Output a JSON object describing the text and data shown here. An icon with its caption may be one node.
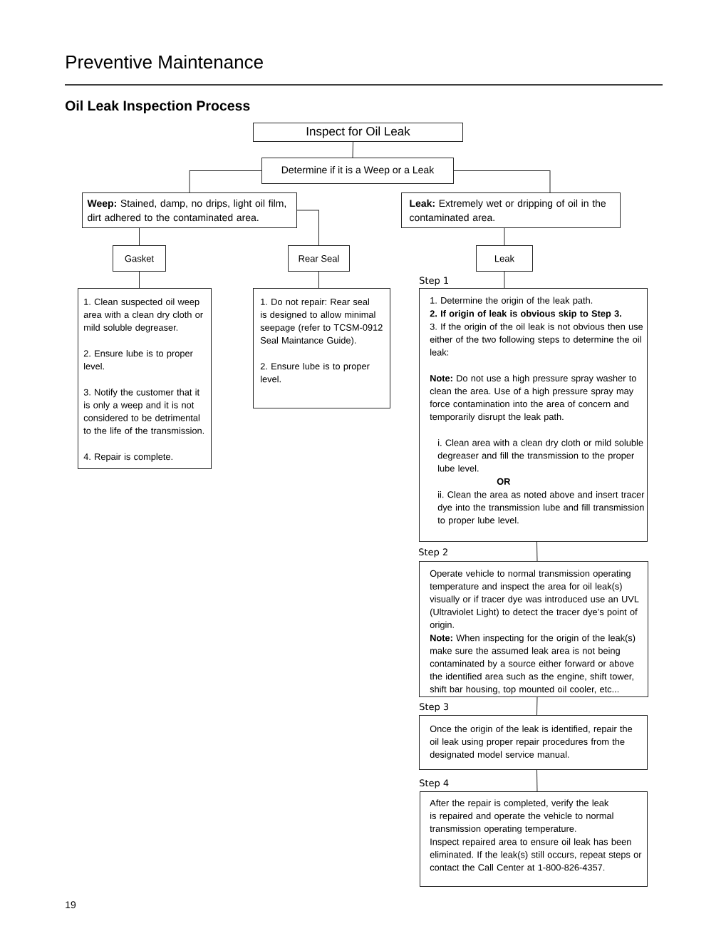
{
  "diagram": {
    "title": "Oil Leak Inspection Process",
    "nodes": [
      {
        "text": [
          "Inspect for Oil Leak"
        ]
      },
      {
        "text": [
          "Determine if it is a Weep or a Leak"
        ]
      },
      {
        "text": [
          "**Weep:** Stained, damp, no drips, light oil film, dirt adhered to the contaminated area."
        ]
      },
      {
        "text": [
          "**Leak:** Extremely wet or dripping of oil in the contaminated area."
        ]
      },
      {
        "text": [
          "Gasket"
        ]
      },
      {
        "text": [
          "Rear Seal"
        ]
      },
      {
        "text": [
          "Leak"
        ]
      },
      {
        "text": [
          "1. Clean suspected oil weep area with a clean dry cloth or mild soluble degreaser.",
          "2. Ensure lube is to proper level.",
          "3. Notify the customer that it is only a weep and it is not considered to be detrimental to the life of the transmission.",
          "4. Repair is complete."
        ]
      },
      {
        "text": [
          "1. Do not repair: Rear seal is designed to allow minimal seepage (refer to TCSM-0912 Seal Maintance Guide).",
          "2. Ensure lube is to proper level."
        ]
      },
      {
        "text": [
          "Step 1",
          "1. Determine the origin of the leak path.",
          "2. If origin of leak is obvious skip to Step 3.",
          "3. If the origin of the oil leak is not obvious then use either of the two following steps to determine the oil leak:",
          "**Note:** Do not use a high pressure spray washer to clean the area. Use of a high pressure spray may force contamination into the area of concern and temporarily disrupt the leak path.",
          "i. Clean area with a clean dry cloth or mild soluble degreaser and fill the transmission to the proper lube level.",
          "OR",
          "ii. Clean the area as noted above and insert tracer dye into the transmission lube and fill transmission to proper lube level."
        ]
      },
      {
        "text": [
          "Step 2",
          "Operate vehicle to normal transmission operating temperature and inspect the area for oil leak(s) visually or if tracer dye was introduced use an UVL (Ultraviolet Light) to detect the tracer dye’s point of origin.",
          "**Note:** When inspecting for the origin of the leak(s) make sure the assumed leak area is not being contaminated by a source either forward or above the identified area such as the engine, shift tower, shift bar housing, top mounted oil cooler, etc..."
        ]
      },
      {
        "text": [
          "Step 3",
          "Once the origin of the leak is identified, repair the oil leak using proper repair procedures from the designated model service manual."
        ]
      },
      {
        "text": [
          "Step 4",
          "After the repair is completed, verify the leak is repaired and operate the vehicle to normal transmission operating temperature.",
          "Inspect repaired area to ensure oil leak has been eliminated. If the leak(s) still occurs, repeat steps or contact the Call Center at 1-800-826-4357."
        ]
      }
    ],
    "edges": [
      {
        "from": 0,
        "to": 1,
        "arrow": "none"
      },
      {
        "from": 1,
        "to": 2,
        "arrow": "none"
      },
      {
        "from": 1,
        "to": 3,
        "arrow": "none"
      },
      {
        "from": 2,
        "to": 4,
        "arrow": "none"
      },
      {
        "from": 2,
        "to": 5,
        "arrow": "none"
      },
      {
        "from": 3,
        "to": 6,
        "arrow": "none"
      },
      {
        "from": 4,
        "to": 7,
        "arrow": "none"
      },
      {
        "from": 5,
        "to": 8,
        "arrow": "none"
      },
      {
        "from": 6,
        "to": 9,
        "arrow": "none"
      },
      {
        "from": 9,
        "to": 10,
        "arrow": "none"
      },
      {
        "from": 10,
        "to": 11,
        "arrow": "none"
      },
      {
        "from": 11,
        "to": 12,
        "arrow": "none"
      }
    ],
    "labels": [
      "Preventive Maintenance",
      "19"
    ]
  }
}
